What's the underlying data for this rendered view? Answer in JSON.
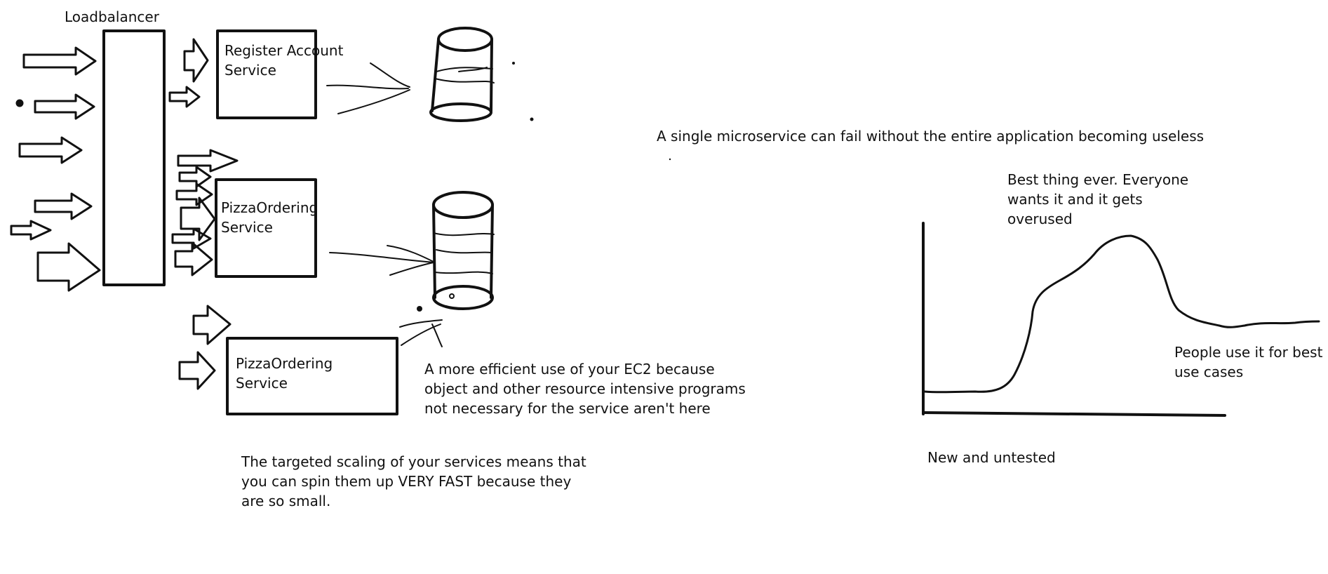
{
  "loadbalancer": {
    "label": "Loadbalancer"
  },
  "services": [
    {
      "label": "Register Account\nService"
    },
    {
      "label": "PizzaOrdering\nService"
    },
    {
      "label": "PizzaOrdering\nService"
    }
  ],
  "notes": {
    "single_failure": "A single microservice can fail without the entire application becoming useless",
    "efficient_use": "A more efficient use of your EC2 because\nobject and other resource intensive programs\nnot necessary for the service aren't here",
    "targeted_scaling": "The targeted scaling of your services means that\nyou can spin them up VERY FAST because they\nare so small."
  },
  "hype_curve": {
    "peak_label": "Best thing ever. Everyone\nwants it and it gets\noverused",
    "plateau_label": "People use it for best\nuse cases",
    "start_label": "New and untested"
  },
  "colors": {
    "ink": "#111111",
    "background": "#ffffff"
  }
}
